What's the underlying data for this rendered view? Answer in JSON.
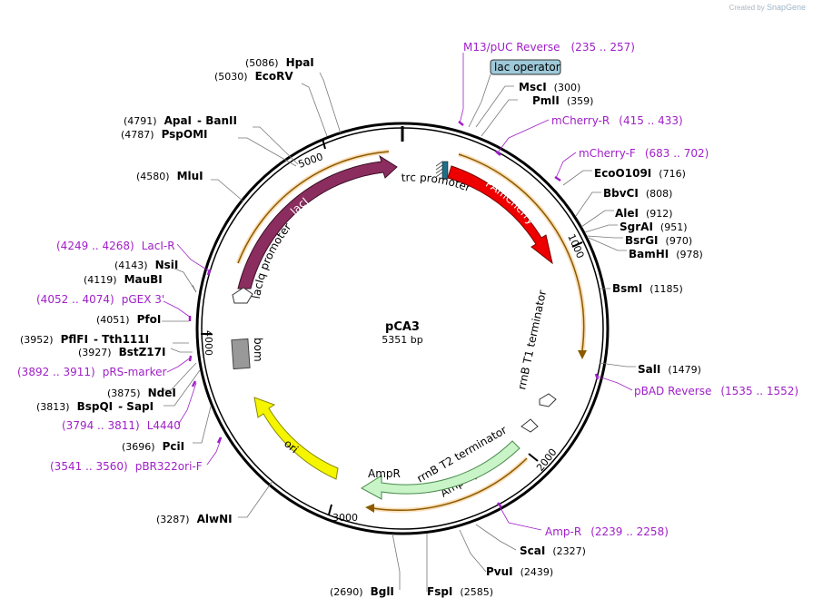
{
  "credit": {
    "prefix": "Created by",
    "brand": "SnapGene"
  },
  "plasmid": {
    "name": "pCA3",
    "length_label": "5351 bp"
  },
  "ticks": [
    "1000",
    "2000",
    "3000",
    "4000",
    "5000"
  ],
  "features": {
    "lacI": "lacI",
    "lacIq_promoter": "lacIq promoter",
    "trc_promoter": "trc promoter",
    "pamcherry": "PAmCherry",
    "rrnb_t1": "rrnB T1 terminator",
    "rrnb_t2": "rrnB T2 terminator",
    "ampr_promoter": "AmpR promoter",
    "ampr": "AmpR",
    "ori": "ori",
    "bom": "bom",
    "lac_operator": "lac operator"
  },
  "enzymes": [
    {
      "name": "HpaI",
      "pos": "(5086)"
    },
    {
      "name": "EcoRV",
      "pos": "(5030)"
    },
    {
      "name": "ApaI",
      "name2": "BanII",
      "pos": "(4791)"
    },
    {
      "name": "PspOMI",
      "pos": "(4787)"
    },
    {
      "name": "MluI",
      "pos": "(4580)"
    },
    {
      "name": "NsiI",
      "pos": "(4143)"
    },
    {
      "name": "MauBI",
      "pos": "(4119)"
    },
    {
      "name": "PfoI",
      "pos": "(4051)"
    },
    {
      "name": "PflFI",
      "name2": "Tth111I",
      "pos": "(3952)"
    },
    {
      "name": "BstZ17I",
      "pos": "(3927)"
    },
    {
      "name": "NdeI",
      "pos": "(3875)"
    },
    {
      "name": "BspQI",
      "name2": "SapI",
      "pos": "(3813)"
    },
    {
      "name": "PciI",
      "pos": "(3696)"
    },
    {
      "name": "AlwNI",
      "pos": "(3287)"
    },
    {
      "name": "BglI",
      "pos": "(2690)"
    },
    {
      "name": "FspI",
      "pos": "(2585)"
    },
    {
      "name": "PvuI",
      "pos": "(2439)"
    },
    {
      "name": "ScaI",
      "pos": "(2327)"
    },
    {
      "name": "SalI",
      "pos": "(1479)"
    },
    {
      "name": "BsmI",
      "pos": "(1185)"
    },
    {
      "name": "BamHI",
      "pos": "(978)"
    },
    {
      "name": "BsrGI",
      "pos": "(970)"
    },
    {
      "name": "SgrAI",
      "pos": "(951)"
    },
    {
      "name": "AleI",
      "pos": "(912)"
    },
    {
      "name": "BbvCI",
      "pos": "(808)"
    },
    {
      "name": "EcoO109I",
      "pos": "(716)"
    },
    {
      "name": "PmlI",
      "pos": "(359)"
    },
    {
      "name": "MscI",
      "pos": "(300)"
    }
  ],
  "primers": [
    {
      "name": "M13/pUC Reverse",
      "range": "(235 .. 257)"
    },
    {
      "name": "mCherry-R",
      "range": "(415 .. 433)"
    },
    {
      "name": "mCherry-F",
      "range": "(683 .. 702)"
    },
    {
      "name": "pBAD Reverse",
      "range": "(1535 .. 1552)"
    },
    {
      "name": "Amp-R",
      "range": "(2239 .. 2258)"
    },
    {
      "name": "pBR322ori-F",
      "range": "(3541 .. 3560)"
    },
    {
      "name": "L4440",
      "range": "(3794 .. 3811)"
    },
    {
      "name": "pRS-marker",
      "range": "(3892 .. 3911)"
    },
    {
      "name": "pGEX 3'",
      "range": "(4052 .. 4074)"
    },
    {
      "name": "LacI-R",
      "range": "(4249 .. 4268)"
    }
  ],
  "colors": {
    "lacI": "#8b2d5e",
    "pamcherry": "#ee0000",
    "ampr": "#c8f4c8",
    "ori": "#f5f500",
    "bom": "#999999",
    "orf": "#f0a030",
    "primer": "#a020c8",
    "lac_operator": "#9ec9d9"
  }
}
